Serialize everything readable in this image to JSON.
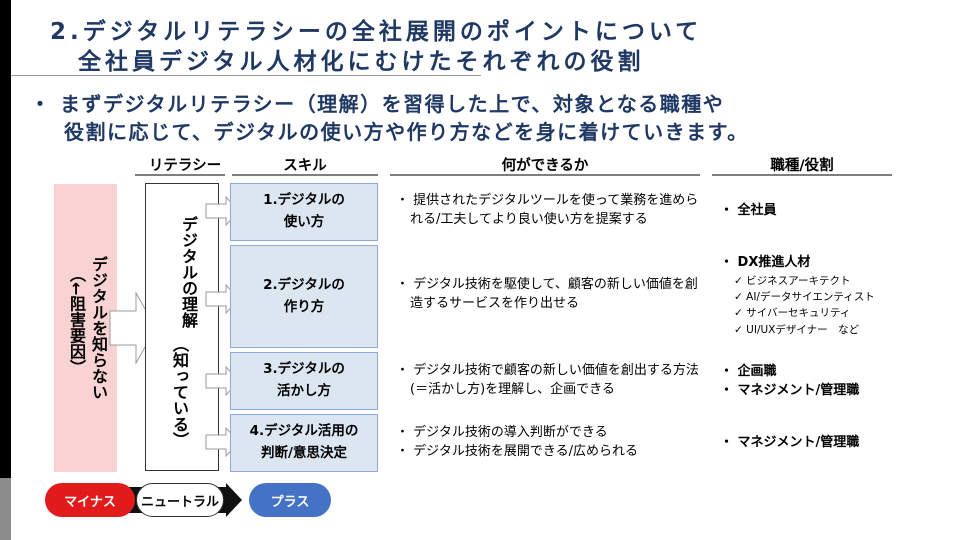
{
  "title": {
    "line1": "2.デジタルリテラシーの全社展開のポイントについて",
    "line2": "全社員デジタル人材化にむけたそれぞれの役割"
  },
  "lead": {
    "line1": "・ まずデジタルリテラシー（理解）を習得した上で、対象となる職種や",
    "line2": "役割に応じて、デジタルの使い方や作り方などを身に着けていきます。"
  },
  "columns": {
    "literacy": "リテラシー",
    "skill": "スキル",
    "can_do": "何ができるか",
    "role": "職種/役割"
  },
  "left_label": {
    "main": "デジタルを知らない",
    "sub": "（←阻害要因）"
  },
  "literacy_label": {
    "main": "デジタルの理解",
    "sub": "（知っている）"
  },
  "skills": [
    "1.デジタルの\n使い方",
    "2.デジタルの\n作り方",
    "3.デジタルの\n活かし方",
    "4.デジタル活用の\n判断/意思決定"
  ],
  "descriptions": {
    "s1": [
      "提供されたデジタルツールを使って業務を進められる/工夫してより良い使い方を提案する"
    ],
    "s2": [
      "デジタル技術を駆使して、顧客の新しい価値を創造するサービスを作り出せる"
    ],
    "s3": [
      "デジタル技術で顧客の新しい価値を創出する方法(＝活かし方)を理解し、企画できる"
    ],
    "s4": [
      "デジタル技術の導入判断ができる",
      "デジタル技術を展開できる/広められる"
    ]
  },
  "roles": {
    "r1": "全社員",
    "r2": "DX推進人材",
    "r2_sub": [
      "ビジネスアーキテクト",
      "AI/データサイエンティスト",
      "サイバーセキュリティ",
      "UI/UXデザイナー　など"
    ],
    "r3a": "企画職",
    "r3b": "マネジメント/管理職",
    "r4": "マネジメント/管理職"
  },
  "bullet": "・",
  "check": "✓",
  "scale": {
    "minus": "マイナス",
    "neutral": "ニュートラル",
    "plus": "プラス"
  },
  "colors": {
    "title": "#1f3864",
    "minus": "#e11b1b",
    "plus": "#4472c4",
    "skill_fill": "#dce6f1",
    "pink": "#f9d3d3"
  }
}
